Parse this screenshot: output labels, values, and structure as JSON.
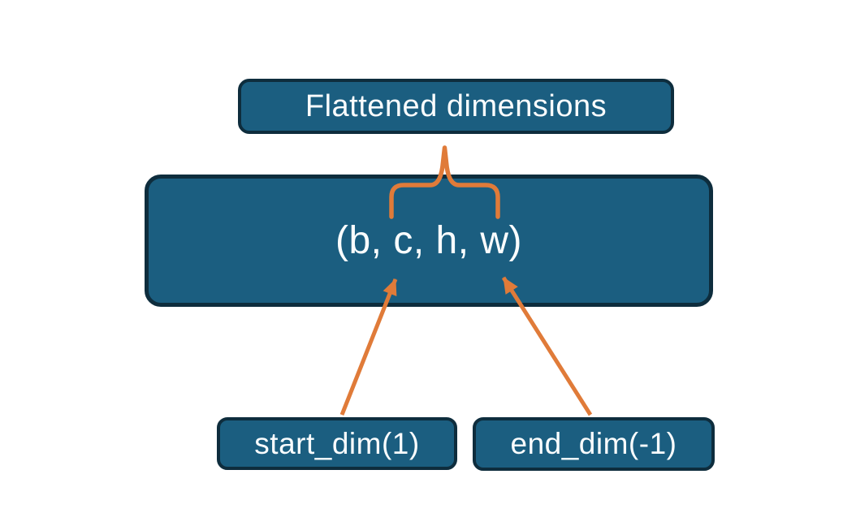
{
  "canvas": {
    "background": "#ffffff"
  },
  "colors": {
    "node_fill": "#1b5e80",
    "node_border": "#0e2d3d",
    "node_text": "#fafdfe",
    "connector": "#e07b39"
  },
  "nodes": {
    "flattened_label": {
      "text": "Flattened dimensions"
    },
    "tensor_shape": {
      "text": "(b, c, h, w)"
    },
    "start_dim": {
      "text": "start_dim(1)"
    },
    "end_dim": {
      "text": "end_dim(-1)"
    }
  },
  "connectors": {
    "brace": {
      "name": "flatten-span-brace",
      "spans": "c to w",
      "points_to": "Flattened dimensions"
    },
    "start_arrow": {
      "name": "start-dim-arrow",
      "from": "start_dim(1)",
      "to": "c"
    },
    "end_arrow": {
      "name": "end-dim-arrow",
      "from": "end_dim(-1)",
      "to": "w"
    }
  }
}
